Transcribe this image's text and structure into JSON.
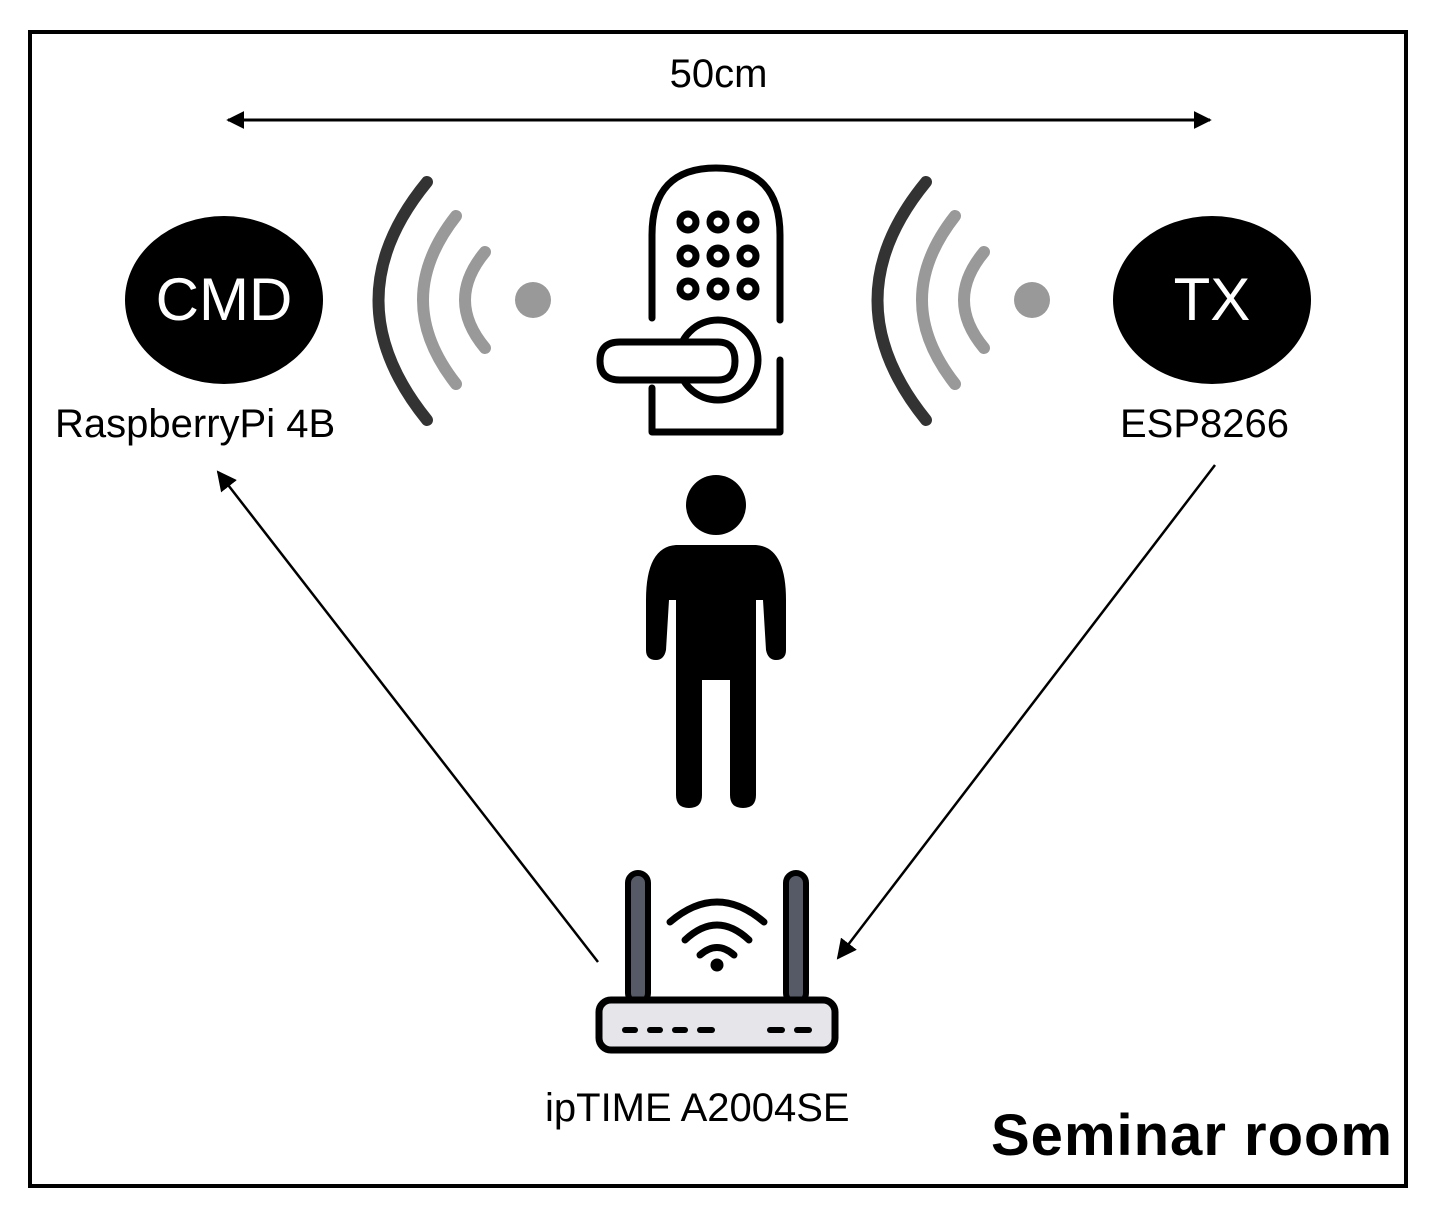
{
  "distance": {
    "label": "50cm"
  },
  "nodes": {
    "cmd": {
      "label": "CMD",
      "device": "RaspberryPi 4B"
    },
    "tx": {
      "label": "TX",
      "device": "ESP8266"
    },
    "router": {
      "device": "ipTIME A2004SE"
    }
  },
  "room": {
    "label": "Seminar room"
  },
  "colors": {
    "ink": "#000000",
    "wave_dark": "#333333",
    "wave_light": "#999999",
    "router_body": "#e6e6ea",
    "antenna": "#555a66"
  },
  "icons": [
    "door-lock-icon",
    "person-icon",
    "router-icon",
    "wifi-wave-icon"
  ]
}
